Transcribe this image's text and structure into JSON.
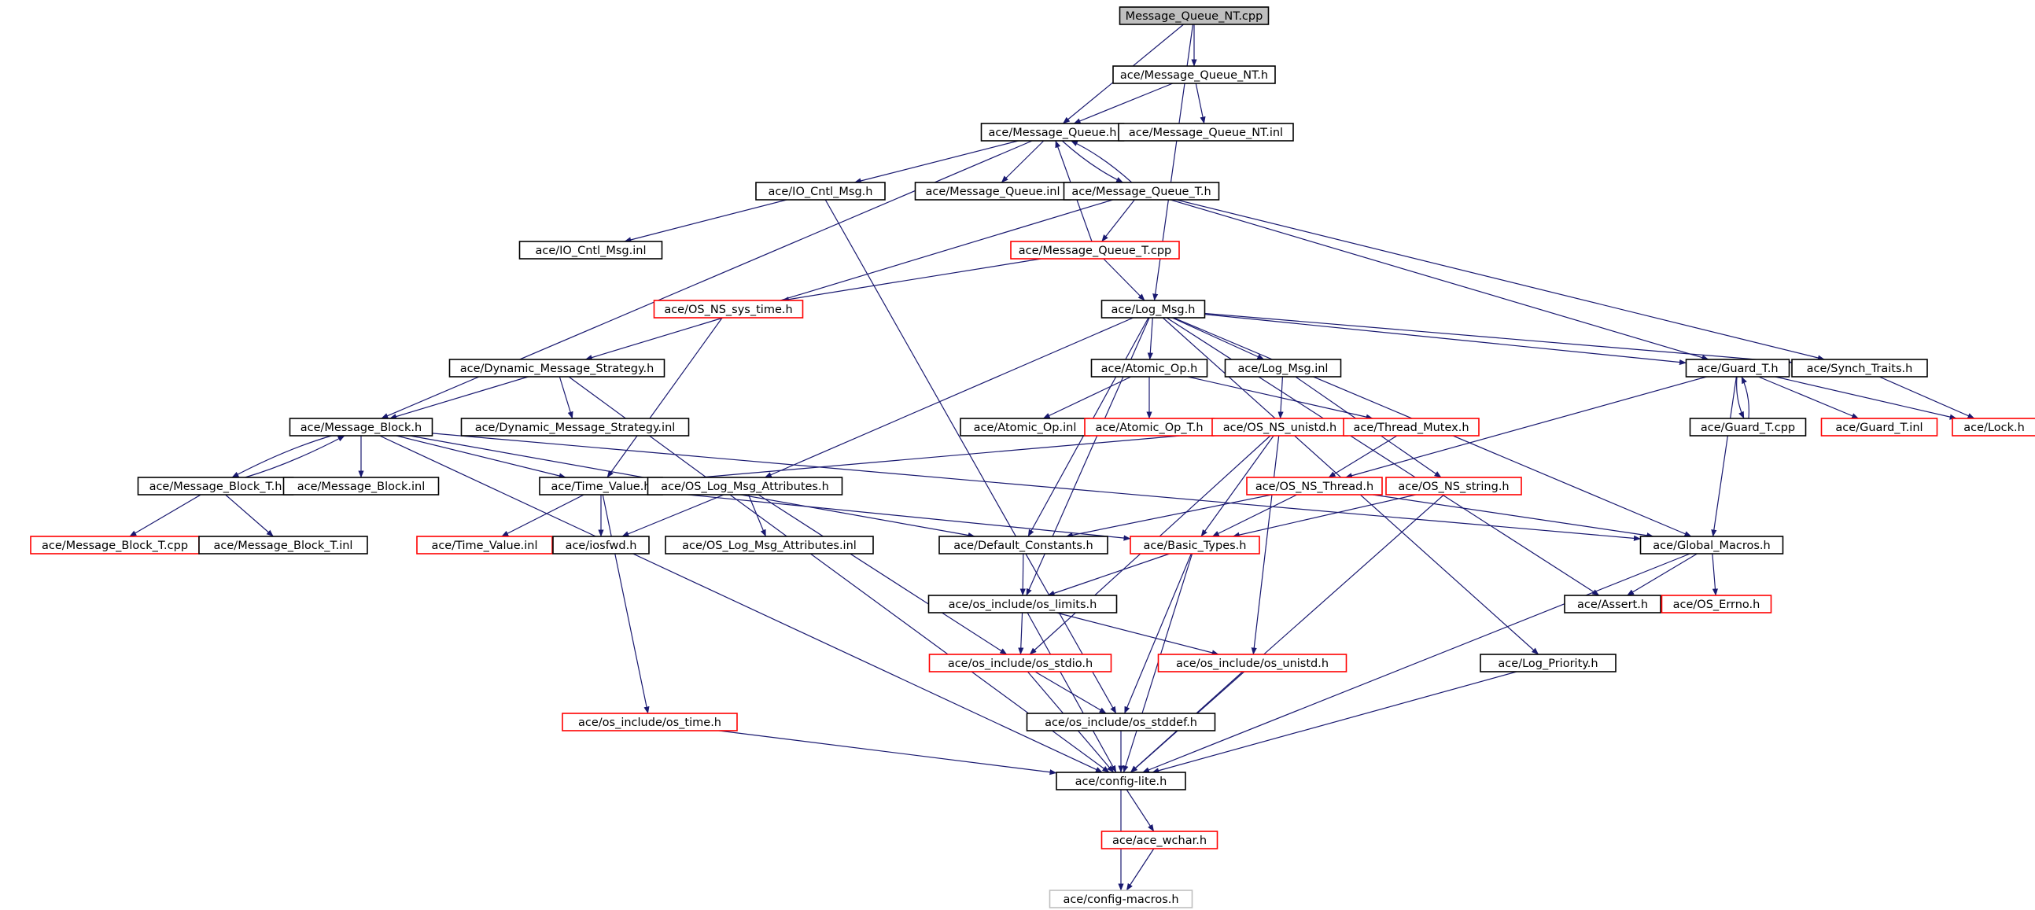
{
  "colors": {
    "edge": "#191970",
    "box_normal": "#000000",
    "box_truncated": "#ff0000",
    "box_external": "#bfbfbf",
    "root_fill": "#bfbfbf",
    "fill": "#ffffff"
  },
  "nodes": [
    {
      "id": "mq_nt_cpp",
      "label": "Message_Queue_NT.cpp",
      "style": "root"
    },
    {
      "id": "mq_nt_h",
      "label": "ace/Message_Queue_NT.h",
      "style": "normal"
    },
    {
      "id": "mq_h",
      "label": "ace/Message_Queue.h",
      "style": "normal"
    },
    {
      "id": "mq_nt_inl",
      "label": "ace/Message_Queue_NT.inl",
      "style": "normal"
    },
    {
      "id": "io_cntl_h",
      "label": "ace/IO_Cntl_Msg.h",
      "style": "normal"
    },
    {
      "id": "mq_inl",
      "label": "ace/Message_Queue.inl",
      "style": "normal"
    },
    {
      "id": "mq_t_h",
      "label": "ace/Message_Queue_T.h",
      "style": "normal"
    },
    {
      "id": "io_cntl_inl",
      "label": "ace/IO_Cntl_Msg.inl",
      "style": "normal"
    },
    {
      "id": "mq_t_cpp",
      "label": "ace/Message_Queue_T.cpp",
      "style": "truncated"
    },
    {
      "id": "os_sys_time",
      "label": "ace/OS_NS_sys_time.h",
      "style": "truncated"
    },
    {
      "id": "log_msg_h",
      "label": "ace/Log_Msg.h",
      "style": "normal"
    },
    {
      "id": "dms_h",
      "label": "ace/Dynamic_Message_Strategy.h",
      "style": "normal"
    },
    {
      "id": "atomic_h",
      "label": "ace/Atomic_Op.h",
      "style": "normal"
    },
    {
      "id": "log_msg_inl",
      "label": "ace/Log_Msg.inl",
      "style": "normal"
    },
    {
      "id": "guard_t_h",
      "label": "ace/Guard_T.h",
      "style": "normal"
    },
    {
      "id": "synch_traits",
      "label": "ace/Synch_Traits.h",
      "style": "normal"
    },
    {
      "id": "mb_h",
      "label": "ace/Message_Block.h",
      "style": "normal"
    },
    {
      "id": "dms_inl",
      "label": "ace/Dynamic_Message_Strategy.inl",
      "style": "normal"
    },
    {
      "id": "atomic_inl",
      "label": "ace/Atomic_Op.inl",
      "style": "normal"
    },
    {
      "id": "atomic_t_h",
      "label": "ace/Atomic_Op_T.h",
      "style": "truncated"
    },
    {
      "id": "os_unistd_h",
      "label": "ace/OS_NS_unistd.h",
      "style": "truncated"
    },
    {
      "id": "thread_mutex",
      "label": "ace/Thread_Mutex.h",
      "style": "truncated"
    },
    {
      "id": "guard_t_cpp",
      "label": "ace/Guard_T.cpp",
      "style": "normal"
    },
    {
      "id": "guard_t_inl",
      "label": "ace/Guard_T.inl",
      "style": "truncated"
    },
    {
      "id": "lock_h",
      "label": "ace/Lock.h",
      "style": "truncated"
    },
    {
      "id": "mb_t_h",
      "label": "ace/Message_Block_T.h",
      "style": "normal"
    },
    {
      "id": "mb_inl",
      "label": "ace/Message_Block.inl",
      "style": "normal"
    },
    {
      "id": "time_value_h",
      "label": "ace/Time_Value.h",
      "style": "normal"
    },
    {
      "id": "os_log_attr_h",
      "label": "ace/OS_Log_Msg_Attributes.h",
      "style": "normal"
    },
    {
      "id": "os_thread_h",
      "label": "ace/OS_NS_Thread.h",
      "style": "truncated"
    },
    {
      "id": "os_string_h",
      "label": "ace/OS_NS_string.h",
      "style": "truncated"
    },
    {
      "id": "mb_t_cpp",
      "label": "ace/Message_Block_T.cpp",
      "style": "truncated"
    },
    {
      "id": "mb_t_inl",
      "label": "ace/Message_Block_T.inl",
      "style": "normal"
    },
    {
      "id": "time_value_inl",
      "label": "ace/Time_Value.inl",
      "style": "truncated"
    },
    {
      "id": "iosfwd_h",
      "label": "ace/iosfwd.h",
      "style": "normal"
    },
    {
      "id": "os_log_attr_inl",
      "label": "ace/OS_Log_Msg_Attributes.inl",
      "style": "normal"
    },
    {
      "id": "default_const",
      "label": "ace/Default_Constants.h",
      "style": "normal"
    },
    {
      "id": "basic_types",
      "label": "ace/Basic_Types.h",
      "style": "truncated"
    },
    {
      "id": "global_macros",
      "label": "ace/Global_Macros.h",
      "style": "normal"
    },
    {
      "id": "os_limits",
      "label": "ace/os_include/os_limits.h",
      "style": "normal"
    },
    {
      "id": "assert_h",
      "label": "ace/Assert.h",
      "style": "normal"
    },
    {
      "id": "os_errno",
      "label": "ace/OS_Errno.h",
      "style": "truncated"
    },
    {
      "id": "os_stdio",
      "label": "ace/os_include/os_stdio.h",
      "style": "truncated"
    },
    {
      "id": "os_unistd_inc",
      "label": "ace/os_include/os_unistd.h",
      "style": "truncated"
    },
    {
      "id": "log_priority",
      "label": "ace/Log_Priority.h",
      "style": "normal"
    },
    {
      "id": "os_time",
      "label": "ace/os_include/os_time.h",
      "style": "truncated"
    },
    {
      "id": "os_stddef",
      "label": "ace/os_include/os_stddef.h",
      "style": "normal"
    },
    {
      "id": "config_lite",
      "label": "ace/config-lite.h",
      "style": "normal"
    },
    {
      "id": "ace_wchar",
      "label": "ace/ace_wchar.h",
      "style": "truncated"
    },
    {
      "id": "config_macros",
      "label": "ace/config-macros.h",
      "style": "external"
    }
  ],
  "edges": [
    [
      "mq_nt_cpp",
      "mq_nt_h"
    ],
    [
      "mq_nt_cpp",
      "mq_h"
    ],
    [
      "mq_nt_cpp",
      "log_msg_h"
    ],
    [
      "mq_nt_h",
      "mq_h"
    ],
    [
      "mq_nt_h",
      "mq_nt_inl"
    ],
    [
      "mq_h",
      "io_cntl_h"
    ],
    [
      "mq_h",
      "mq_inl"
    ],
    [
      "mq_h",
      "mq_t_h"
    ],
    [
      "mq_h",
      "mb_h"
    ],
    [
      "mq_t_h",
      "mq_h"
    ],
    [
      "mq_t_h",
      "mq_t_cpp"
    ],
    [
      "mq_t_h",
      "synch_traits"
    ],
    [
      "mq_t_h",
      "dms_h"
    ],
    [
      "mq_t_h",
      "guard_t_h"
    ],
    [
      "mq_t_cpp",
      "mq_h"
    ],
    [
      "mq_t_cpp",
      "log_msg_h"
    ],
    [
      "mq_t_cpp",
      "os_sys_time"
    ],
    [
      "io_cntl_h",
      "io_cntl_inl"
    ],
    [
      "io_cntl_h",
      "os_stddef"
    ],
    [
      "os_sys_time",
      "time_value_h"
    ],
    [
      "log_msg_h",
      "atomic_h"
    ],
    [
      "log_msg_h",
      "log_msg_inl"
    ],
    [
      "log_msg_h",
      "guard_t_h"
    ],
    [
      "log_msg_h",
      "synch_traits"
    ],
    [
      "log_msg_h",
      "global_macros"
    ],
    [
      "log_msg_h",
      "assert_h"
    ],
    [
      "log_msg_h",
      "log_priority"
    ],
    [
      "log_msg_h",
      "os_log_attr_h"
    ],
    [
      "log_msg_h",
      "default_const"
    ],
    [
      "log_msg_h",
      "os_limits"
    ],
    [
      "atomic_h",
      "atomic_inl"
    ],
    [
      "atomic_h",
      "atomic_t_h"
    ],
    [
      "atomic_h",
      "thread_mutex"
    ],
    [
      "log_msg_inl",
      "os_unistd_h"
    ],
    [
      "log_msg_inl",
      "os_string_h"
    ],
    [
      "os_unistd_h",
      "time_value_h"
    ],
    [
      "os_unistd_h",
      "basic_types"
    ],
    [
      "os_unistd_h",
      "os_stdio"
    ],
    [
      "os_unistd_h",
      "os_unistd_inc"
    ],
    [
      "thread_mutex",
      "os_thread_h"
    ],
    [
      "guard_t_h",
      "guard_t_cpp"
    ],
    [
      "guard_t_h",
      "guard_t_inl"
    ],
    [
      "guard_t_h",
      "lock_h"
    ],
    [
      "guard_t_h",
      "global_macros"
    ],
    [
      "guard_t_h",
      "os_thread_h"
    ],
    [
      "guard_t_cpp",
      "guard_t_h"
    ],
    [
      "synch_traits",
      "lock_h"
    ],
    [
      "dms_h",
      "mb_h"
    ],
    [
      "dms_h",
      "dms_inl"
    ],
    [
      "dms_h",
      "config_lite"
    ],
    [
      "mb_h",
      "mb_t_h"
    ],
    [
      "mb_h",
      "mb_inl"
    ],
    [
      "mb_h",
      "time_value_h"
    ],
    [
      "mb_h",
      "default_const"
    ],
    [
      "mb_h",
      "global_macros"
    ],
    [
      "mb_h",
      "config_lite"
    ],
    [
      "mb_t_h",
      "mb_h"
    ],
    [
      "mb_t_h",
      "mb_t_cpp"
    ],
    [
      "mb_t_h",
      "mb_t_inl"
    ],
    [
      "time_value_h",
      "time_value_inl"
    ],
    [
      "time_value_h",
      "iosfwd_h"
    ],
    [
      "time_value_h",
      "basic_types"
    ],
    [
      "time_value_h",
      "os_time"
    ],
    [
      "os_log_attr_h",
      "iosfwd_h"
    ],
    [
      "os_log_attr_h",
      "os_log_attr_inl"
    ],
    [
      "os_log_attr_h",
      "os_stdio"
    ],
    [
      "os_thread_h",
      "basic_types"
    ],
    [
      "os_thread_h",
      "global_macros"
    ],
    [
      "os_thread_h",
      "default_const"
    ],
    [
      "os_string_h",
      "basic_types"
    ],
    [
      "os_string_h",
      "config_lite"
    ],
    [
      "default_const",
      "os_limits"
    ],
    [
      "basic_types",
      "os_limits"
    ],
    [
      "basic_types",
      "os_stddef"
    ],
    [
      "basic_types",
      "config_lite"
    ],
    [
      "global_macros",
      "assert_h"
    ],
    [
      "global_macros",
      "os_errno"
    ],
    [
      "global_macros",
      "config_lite"
    ],
    [
      "os_limits",
      "os_stdio"
    ],
    [
      "os_limits",
      "os_unistd_inc"
    ],
    [
      "os_limits",
      "config_lite"
    ],
    [
      "os_stdio",
      "os_stddef"
    ],
    [
      "os_stdio",
      "config_lite"
    ],
    [
      "os_unistd_inc",
      "config_lite"
    ],
    [
      "log_priority",
      "config_lite"
    ],
    [
      "os_time",
      "config_lite"
    ],
    [
      "os_stddef",
      "config_lite"
    ],
    [
      "config_lite",
      "ace_wchar"
    ],
    [
      "config_lite",
      "config_macros"
    ],
    [
      "ace_wchar",
      "config_macros"
    ]
  ]
}
